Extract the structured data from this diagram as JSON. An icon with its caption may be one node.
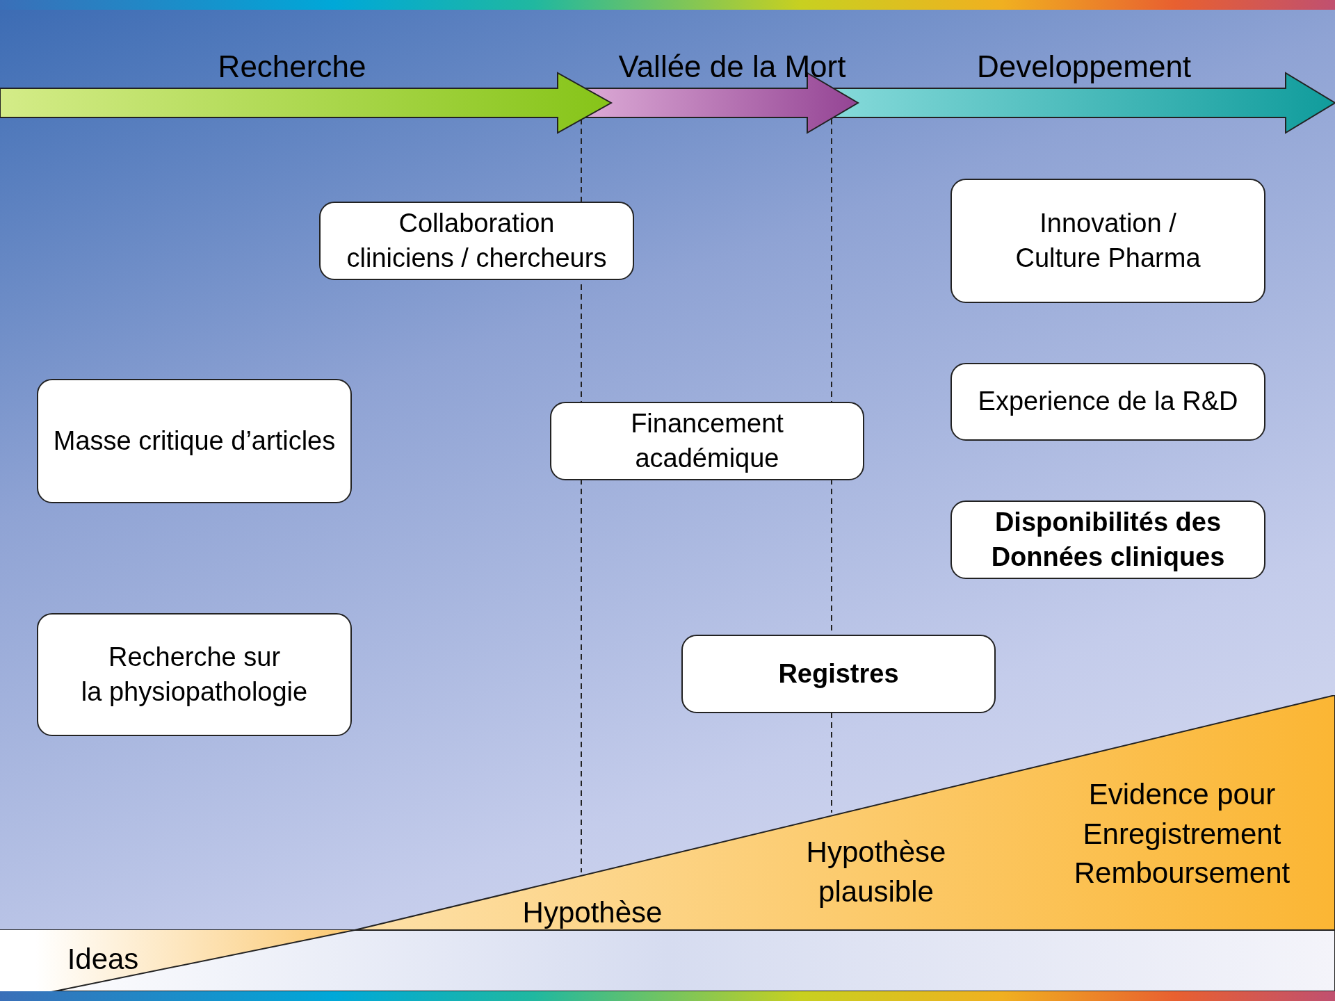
{
  "diagram": {
    "nodes": [
      {
        "text": [
          "Collaboration cliniciens / chercheurs"
        ]
      },
      {
        "text": [
          "Innovation / Culture Pharma"
        ]
      },
      {
        "text": [
          "Masse critique d’articles"
        ]
      },
      {
        "text": [
          "Financement académique"
        ]
      },
      {
        "text": [
          "Experience de la R&D"
        ]
      },
      {
        "text": [
          "Disponibilités des Données cliniques"
        ]
      },
      {
        "text": [
          "Recherche sur la physiopathologie"
        ]
      },
      {
        "text": [
          "Registres"
        ]
      },
      {
        "text": [
          "Ideas",
          "Hypothèse",
          "Hypothèse plausible",
          "Evidence pour Enregistrement Remboursement"
        ]
      }
    ],
    "edges": [],
    "labels": [
      "Recherche",
      "Vallée de la Mort",
      "Developpement"
    ]
  }
}
